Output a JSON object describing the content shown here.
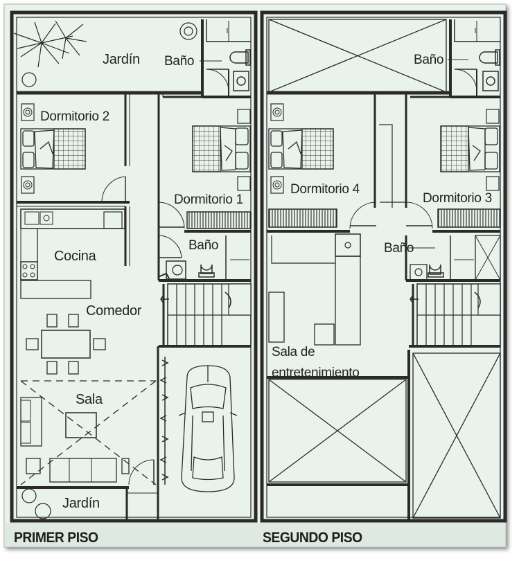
{
  "floors": [
    {
      "title": "PRIMER PISO",
      "rooms": {
        "jardin_top": "Jardín",
        "bano": "Baño",
        "dormitorio_2": "Dormitorio 2",
        "dormitorio_1": "Dormitorio 1",
        "bano_2": "Baño",
        "cocina": "Cocina",
        "comedor": "Comedor",
        "sala": "Sala",
        "jardin_bottom": "Jardín"
      }
    },
    {
      "title": "SEGUNDO PISO",
      "rooms": {
        "bano": "Baño",
        "dormitorio_4": "Dormitorio 4",
        "dormitorio_3": "Dormitorio 3",
        "bano_2": "Baño",
        "sala_line1": "Sala de",
        "sala_line2": "entretenimiento"
      }
    }
  ],
  "colors": {
    "frame_bg": "#e9f3ec",
    "wall": "#2a2a2a",
    "line": "#3a3a3a",
    "title_strip": "#dde9e1"
  }
}
